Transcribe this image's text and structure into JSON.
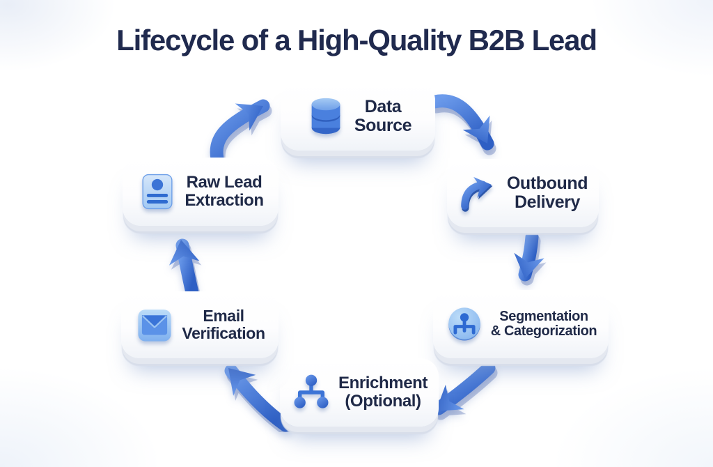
{
  "title": "Lifecycle of a High-Quality B2B Lead",
  "colors": {
    "title_text": "#202a4e",
    "node_text": "#1f2947",
    "arrow_blue_light": "#6a9aec",
    "arrow_blue_dark": "#2e5fc4",
    "icon_blue": "#3c74d6",
    "icon_light_blue": "#a9cff5",
    "card_face": "#ffffff"
  },
  "nodes": [
    {
      "id": "data-source",
      "label_line1": "Data",
      "label_line2": "Source",
      "icon": "database-icon"
    },
    {
      "id": "outbound-delivery",
      "label_line1": "Outbound",
      "label_line2": "Delivery",
      "icon": "send-arrow-icon"
    },
    {
      "id": "segmentation",
      "label_line1": "Segmentation",
      "label_line2": "& Categorization",
      "icon": "segmentation-icon"
    },
    {
      "id": "enrichment",
      "label_line1": "Enrichment",
      "label_line2": "(Optional)",
      "icon": "hierarchy-icon"
    },
    {
      "id": "email-verification",
      "label_line1": "Email",
      "label_line2": "Verification",
      "icon": "envelope-icon"
    },
    {
      "id": "raw-lead-extraction",
      "label_line1": "Raw Lead",
      "label_line2": "Extraction",
      "icon": "contact-card-icon"
    }
  ],
  "arrows": [
    {
      "name": "arrow-raw-lead-to-data-source",
      "direction": "up-right"
    },
    {
      "name": "arrow-data-source-to-outbound",
      "direction": "down-right"
    },
    {
      "name": "arrow-outbound-to-segmentation",
      "direction": "down"
    },
    {
      "name": "arrow-segmentation-to-enrichment",
      "direction": "down-left"
    },
    {
      "name": "arrow-enrichment-to-email",
      "direction": "up-left"
    },
    {
      "name": "arrow-email-to-raw-lead",
      "direction": "up"
    }
  ]
}
